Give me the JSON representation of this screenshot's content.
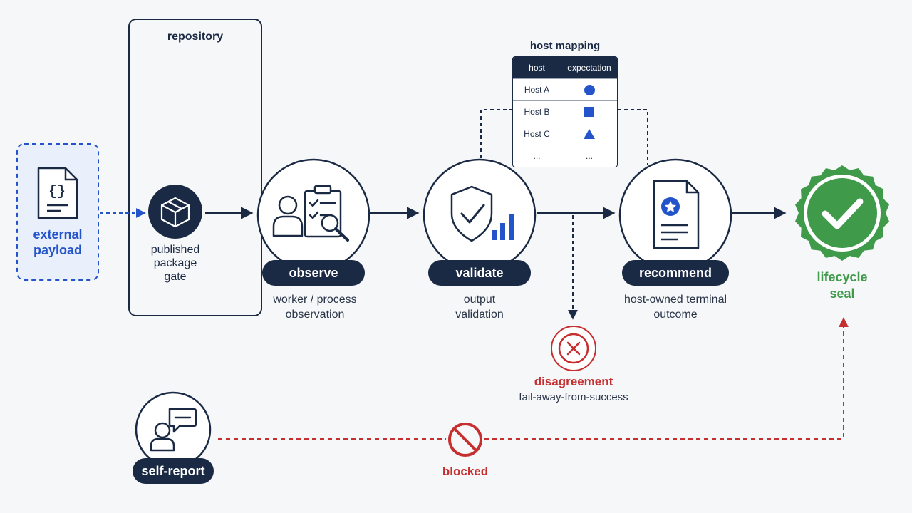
{
  "repository": {
    "title": "repository"
  },
  "external_payload": {
    "label_line1": "external",
    "label_line2": "payload",
    "icon": "json-document-icon"
  },
  "gate": {
    "line1": "published",
    "line2": "package",
    "line3": "gate",
    "icon": "package-box-icon"
  },
  "observe": {
    "pill": "observe",
    "caption_line1": "worker / process",
    "caption_line2": "observation",
    "icon": "person-clipboard-search-icon"
  },
  "validate": {
    "pill": "validate",
    "caption_line1": "output",
    "caption_line2": "validation",
    "icon": "shield-check-chart-icon"
  },
  "recommend": {
    "pill": "recommend",
    "caption_line1": "host-owned terminal",
    "caption_line2": "outcome",
    "icon": "certificate-document-icon"
  },
  "seal": {
    "line1": "lifecycle",
    "line2": "seal",
    "icon": "check-seal-icon"
  },
  "disagreement": {
    "title": "disagreement",
    "caption": "fail-away-from-success",
    "icon": "x-circle-icon"
  },
  "self_report": {
    "pill": "self-report",
    "icon": "person-speech-icon"
  },
  "blocked": {
    "label": "blocked",
    "icon": "prohibited-icon"
  },
  "host_mapping": {
    "title": "host mapping",
    "headers": [
      "host",
      "expectation"
    ],
    "rows": [
      {
        "host": "Host A",
        "expectation": "circle"
      },
      {
        "host": "Host B",
        "expectation": "square"
      },
      {
        "host": "Host C",
        "expectation": "triangle"
      },
      {
        "host": "...",
        "expectation": "..."
      }
    ]
  },
  "colors": {
    "navy": "#1b2a44",
    "blue": "#2454c9",
    "red": "#c62f2f",
    "green": "#3f9a4a"
  }
}
